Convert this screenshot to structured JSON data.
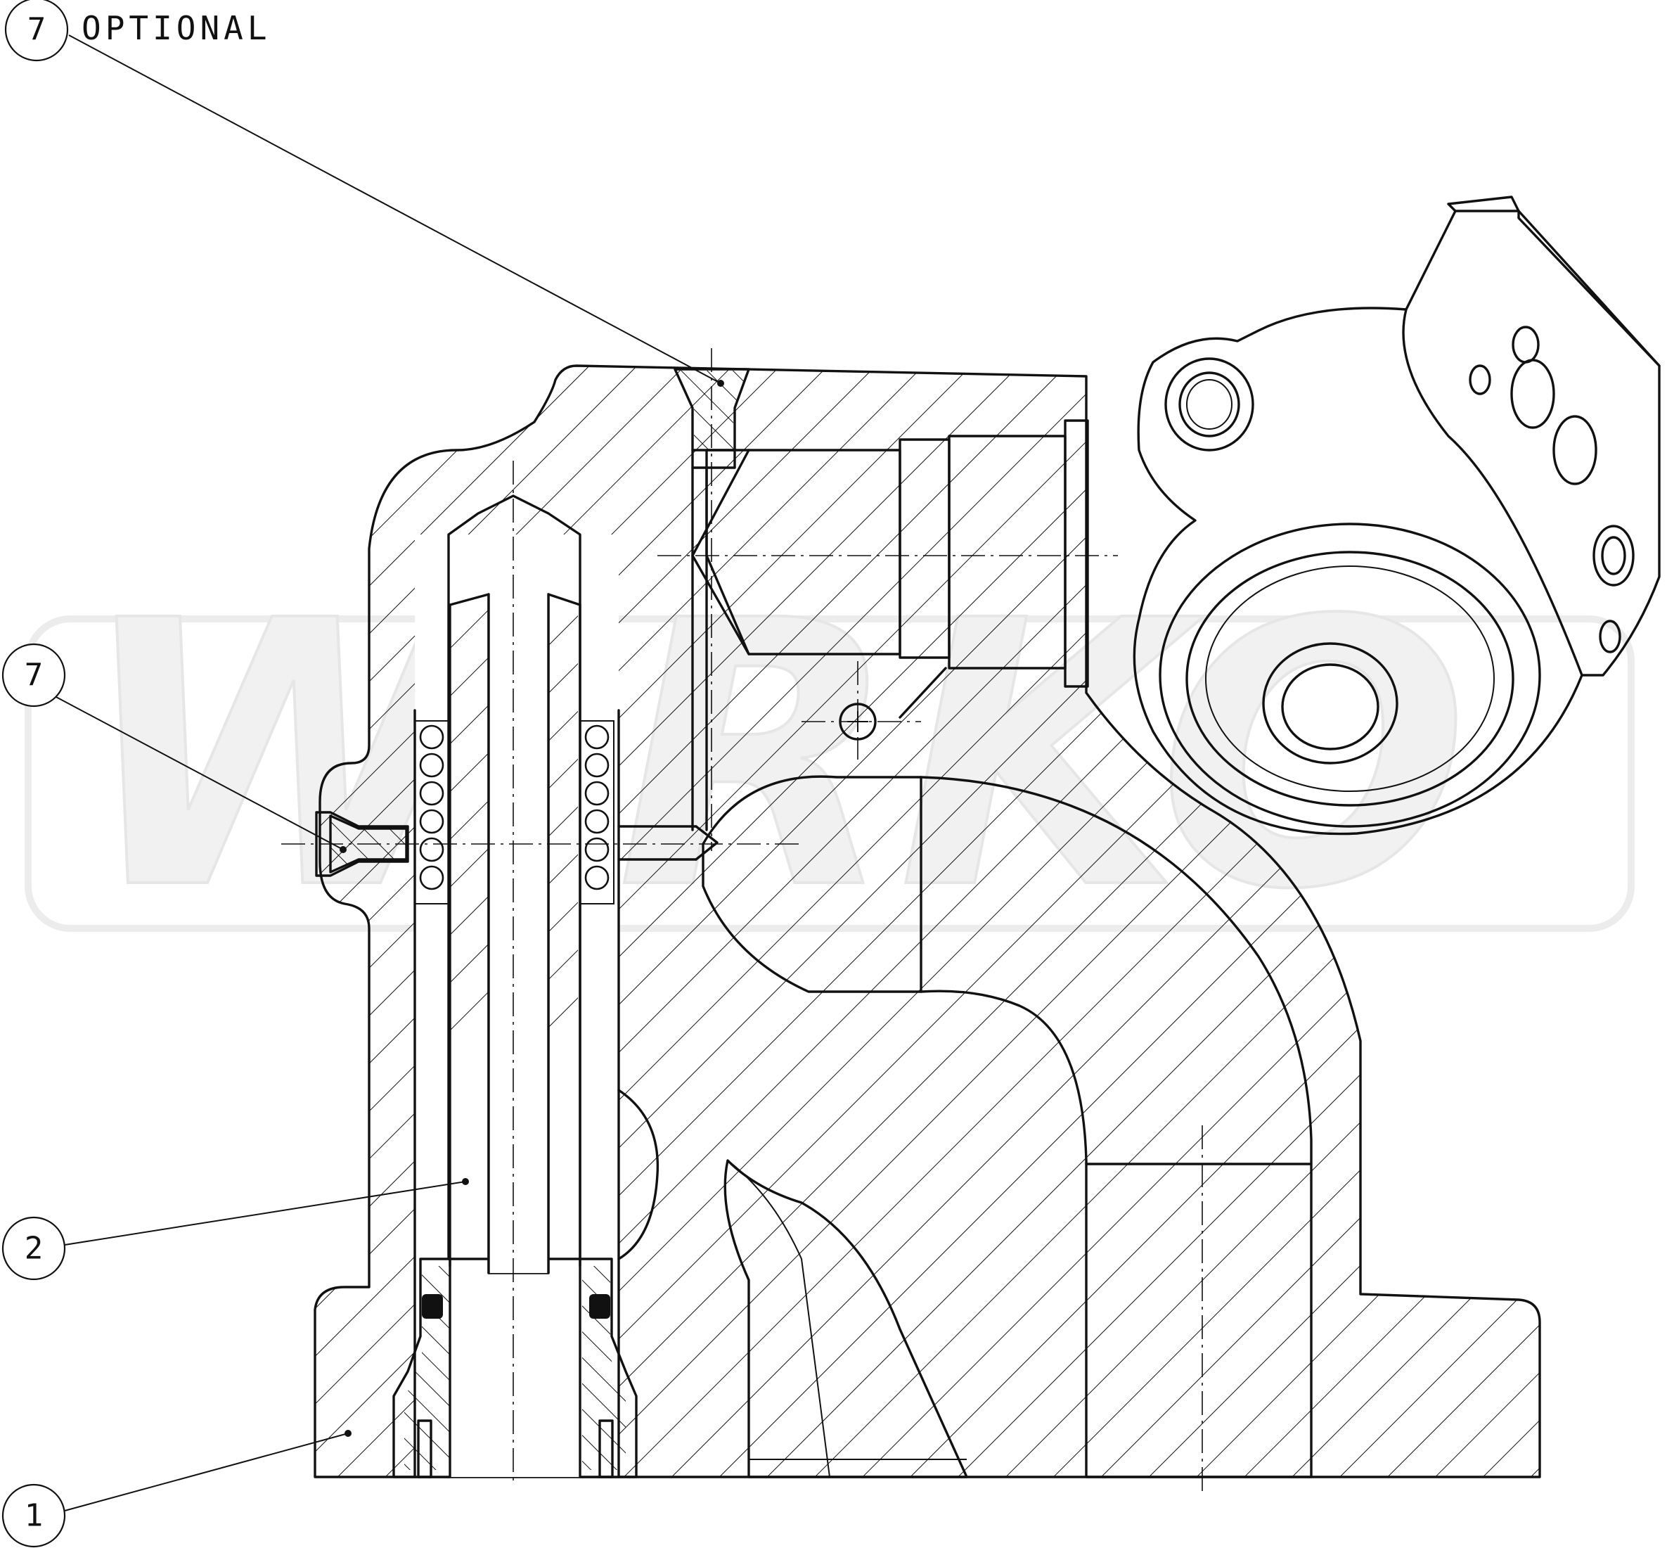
{
  "watermark": "WIRKO",
  "callouts": [
    {
      "number": "7",
      "note": "OPTIONAL"
    },
    {
      "number": "7",
      "note": ""
    },
    {
      "number": "2",
      "note": ""
    },
    {
      "number": "1",
      "note": ""
    }
  ]
}
